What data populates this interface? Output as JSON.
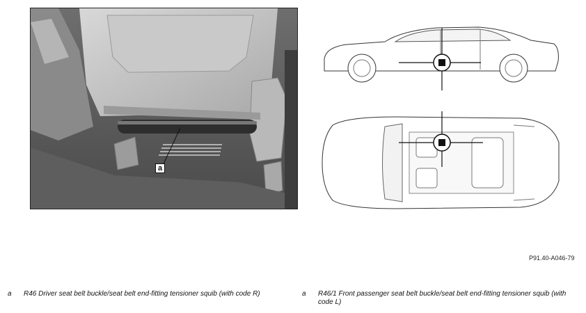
{
  "figure": {
    "callout_label": "a",
    "figure_code": "P91.40-A046-79"
  },
  "legend": [
    {
      "key": "a",
      "text": "R46 Driver seat belt buckle/seat belt end-fitting tensioner squib (with code R)"
    },
    {
      "key": "a",
      "text": "R46/1 Front passenger seat belt buckle/seat belt end-fitting tensioner squib (with code L)"
    }
  ]
}
